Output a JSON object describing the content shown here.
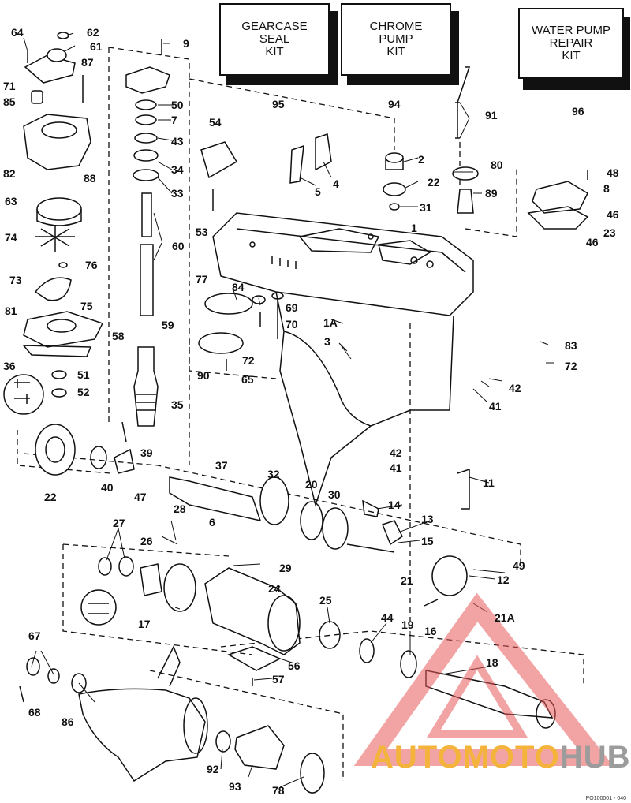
{
  "kits": [
    {
      "id": "gearcase-seal-kit",
      "lines": [
        "GEARCASE",
        "SEAL",
        "KIT"
      ],
      "number": "95"
    },
    {
      "id": "chrome-pump-kit",
      "lines": [
        "CHROME",
        "PUMP",
        "KIT"
      ],
      "number": "94"
    },
    {
      "id": "water-pump-repair-kit",
      "lines": [
        "WATER PUMP",
        "REPAIR",
        "KIT"
      ],
      "number": "96"
    }
  ],
  "callouts": [
    "64",
    "62",
    "61",
    "71",
    "85",
    "87",
    "9",
    "50",
    "7",
    "43",
    "34",
    "33",
    "82",
    "88",
    "63",
    "74",
    "76",
    "73",
    "75",
    "81",
    "36",
    "51",
    "52",
    "58",
    "59",
    "35",
    "39",
    "22",
    "40",
    "47",
    "54",
    "53",
    "60",
    "77",
    "84",
    "69",
    "70",
    "90",
    "72",
    "65",
    "2",
    "22",
    "31",
    "4",
    "5",
    "91",
    "80",
    "89",
    "48",
    "8",
    "46",
    "23",
    "46",
    "1",
    "1A",
    "3",
    "83",
    "72",
    "42",
    "41",
    "42",
    "41",
    "37",
    "32",
    "20",
    "30",
    "11",
    "14",
    "13",
    "15",
    "28",
    "6",
    "27",
    "26",
    "29",
    "24",
    "49",
    "12",
    "21",
    "21A",
    "16",
    "17",
    "25",
    "44",
    "19",
    "18",
    "67",
    "68",
    "86",
    "57",
    "56",
    "92",
    "93",
    "78"
  ],
  "watermark": {
    "part1": "AUTOMOTO",
    "part2": "HUB"
  },
  "corner_code": "PO100001 - 040"
}
